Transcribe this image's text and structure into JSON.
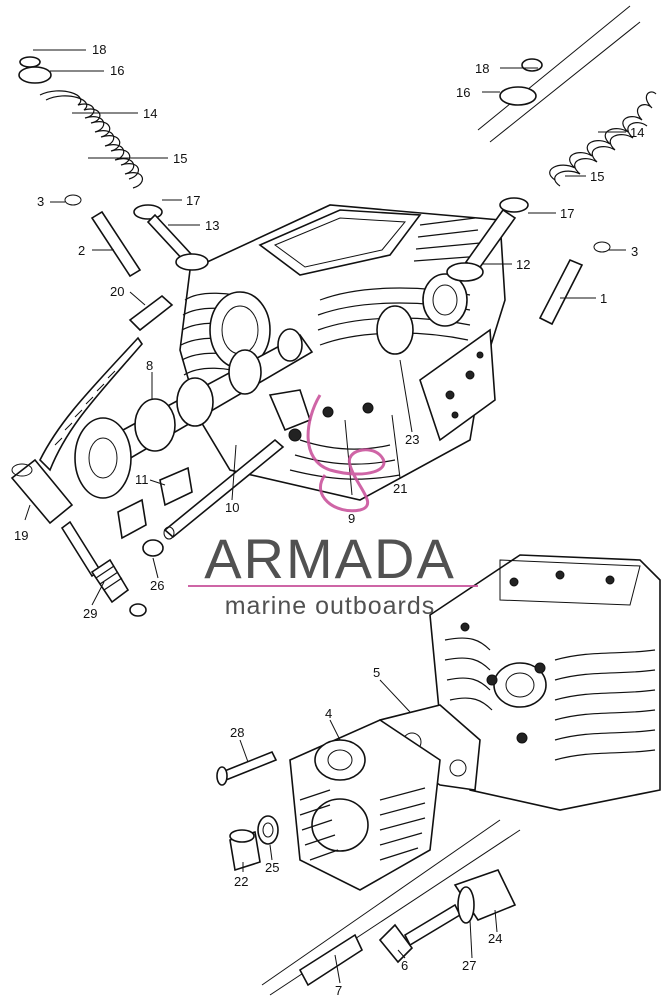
{
  "watermark": {
    "brand": "ARMADA",
    "tagline": "marine outboards",
    "brand_color": "#3a3a3a",
    "accent_color": "#c8509a"
  },
  "labels": {
    "p1": "1",
    "p2": "2",
    "p3a": "3",
    "p3b": "3",
    "p4": "4",
    "p5": "5",
    "p6": "6",
    "p7": "7",
    "p8": "8",
    "p9": "9",
    "p10": "10",
    "p11": "11",
    "p12": "12",
    "p13": "13",
    "p14a": "14",
    "p14b": "14",
    "p15a": "15",
    "p15b": "15",
    "p16a": "16",
    "p16b": "16",
    "p17a": "17",
    "p17b": "17",
    "p18a": "18",
    "p18b": "18",
    "p19": "19",
    "p20": "20",
    "p21": "21",
    "p22": "22",
    "p23": "23",
    "p24": "24",
    "p25": "25",
    "p26": "26",
    "p27": "27",
    "p28": "28",
    "p29": "29"
  }
}
